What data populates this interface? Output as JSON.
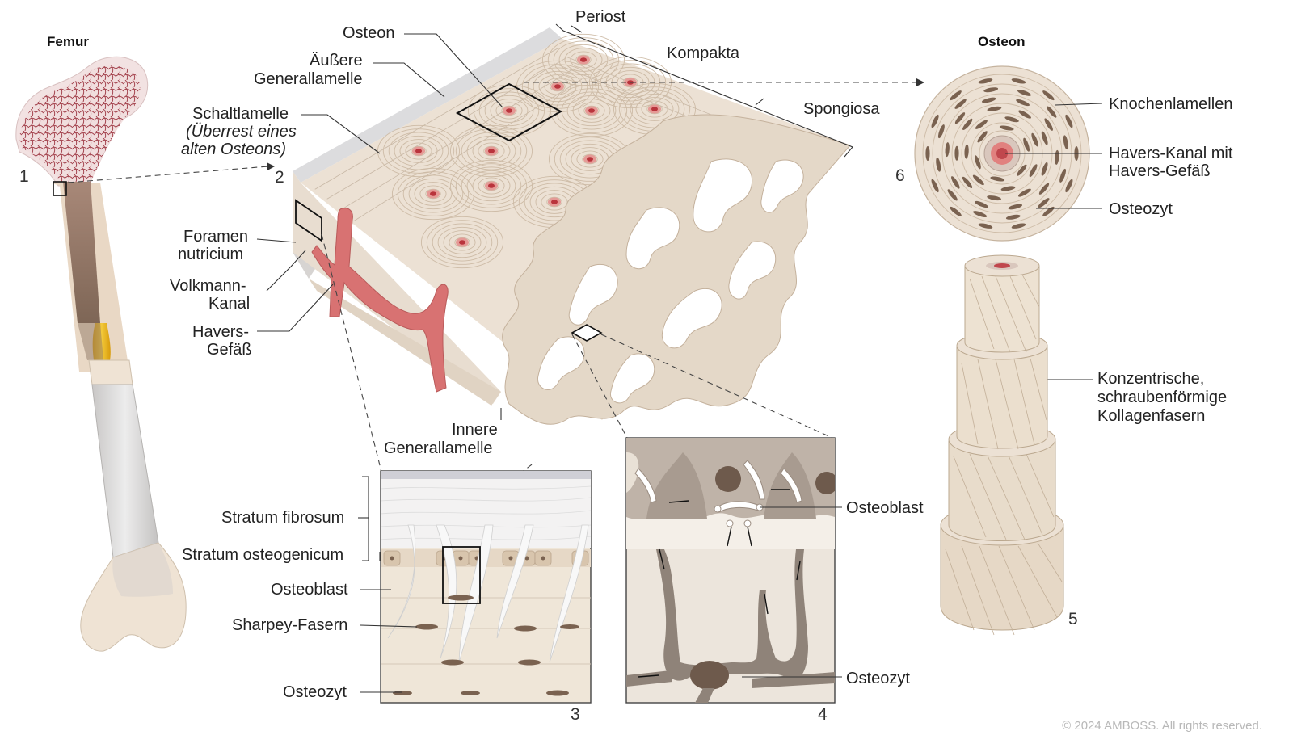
{
  "titles": {
    "femur": "Femur",
    "osteon": "Osteon"
  },
  "numbers": [
    "1",
    "2",
    "3",
    "4",
    "5",
    "6"
  ],
  "block_labels": {
    "periost": "Periost",
    "kompakta": "Kompakta",
    "spongiosa": "Spongiosa",
    "osteon": "Osteon",
    "aeussere_1": "Äußere",
    "aeussere_2": "Generallamelle",
    "schalt_1": "Schaltlamelle",
    "schalt_2": "(Überrest eines",
    "schalt_3": "alten Osteons)",
    "foramen_1": "Foramen",
    "foramen_2": "nutricium",
    "volkmann_1": "Volkmann-",
    "volkmann_2": "Kanal",
    "havers_1": "Havers-",
    "havers_2": "Gefäß",
    "innere_1": "Innere",
    "innere_2": "Generallamelle"
  },
  "inset3_labels": {
    "fibrosum": "Stratum fibrosum",
    "osteogenicum": "Stratum osteogenicum",
    "osteoblast": "Osteoblast",
    "sharpey": "Sharpey-Fasern",
    "osteozyt": "Osteozyt"
  },
  "inset4_labels": {
    "osteoblast": "Osteoblast",
    "osteozyt": "Osteozyt"
  },
  "osteon_labels": {
    "knochenlamellen": "Knochenlamellen",
    "havers_1": "Havers-Kanal mit",
    "havers_2": "Havers-Gefäß",
    "osteozyt": "Osteozyt",
    "kollagen_1": "Konzentrische,",
    "kollagen_2": "schraubenförmige",
    "kollagen_3": "Kollagenfasern"
  },
  "copyright": "© 2024 AMBOSS. All rights reserved.",
  "colors": {
    "bone": "#ece1d4",
    "bone_dark": "#d9cbbb",
    "bone_shade": "#c9b9a6",
    "marrow_red": "#9c3440",
    "vessel": "#d87272",
    "yellow_marrow": "#e6b416",
    "cell_brown": "#6b5448",
    "inset4_cell": "#8a7d73"
  }
}
